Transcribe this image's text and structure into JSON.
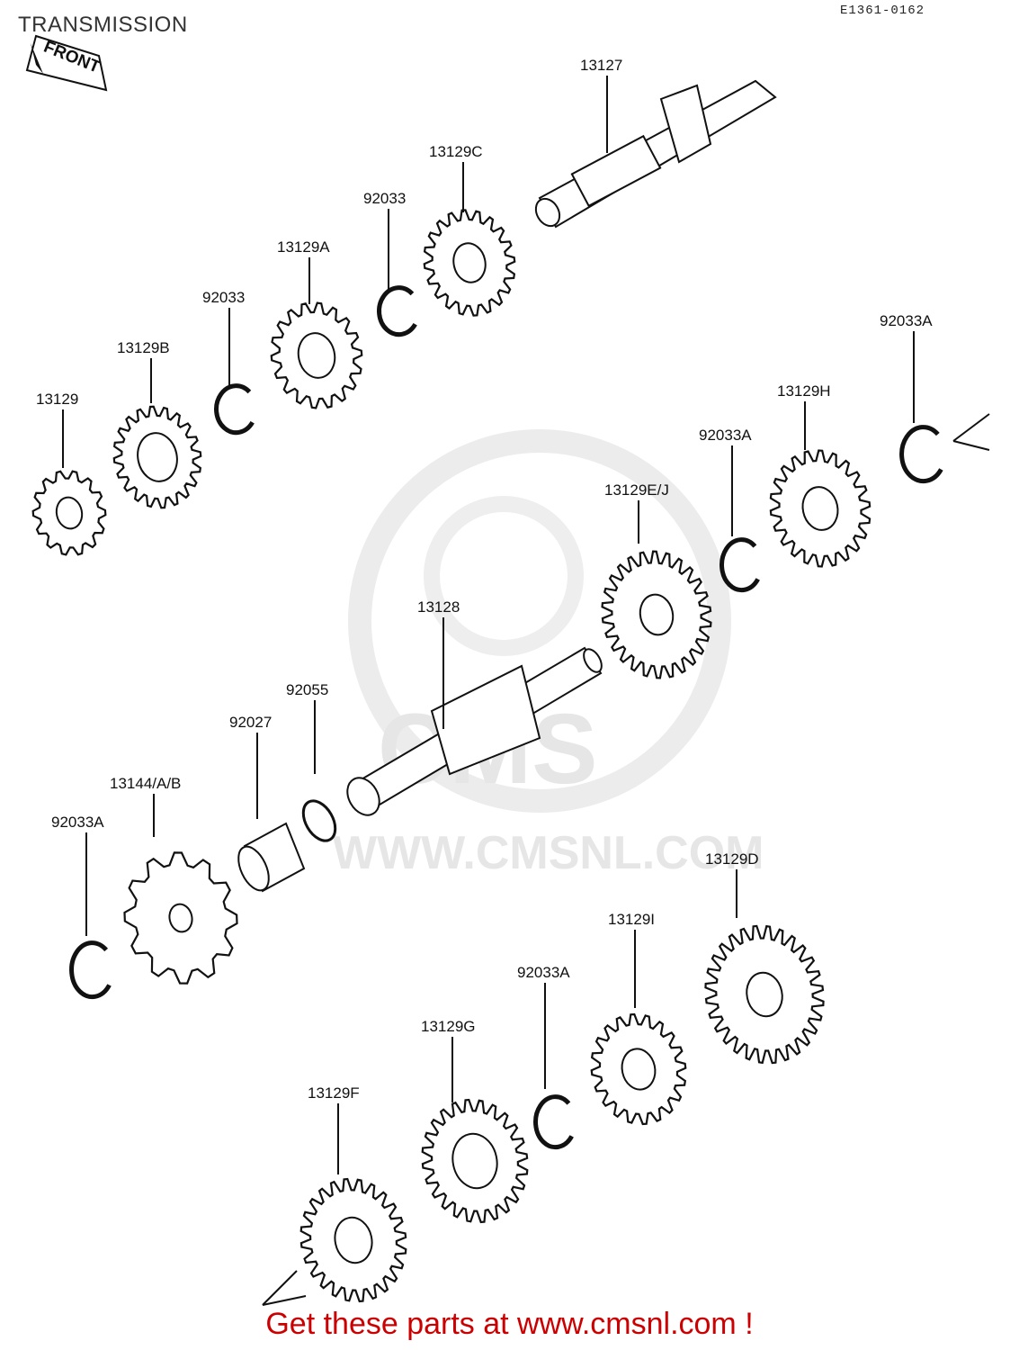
{
  "header": {
    "title": "TRANSMISSION",
    "ref_code": "E1361-0162"
  },
  "front_label": "FRONT",
  "watermark": {
    "brand": "CMS",
    "url": "WWW.CMSNL.COM"
  },
  "parts": {
    "p13127": "13127",
    "p13129C": "13129C",
    "p92033_upper": "92033",
    "p13129A": "13129A",
    "p92033_left": "92033",
    "p13129B": "13129B",
    "p13129": "13129",
    "p92033A_right": "92033A",
    "p13129H": "13129H",
    "p92033A_mid": "92033A",
    "p13129EJ": "13129E/J",
    "p13128": "13128",
    "p92055": "92055",
    "p92027": "92027",
    "p13144AB": "13144/A/B",
    "p92033A_left": "92033A",
    "p13129D": "13129D",
    "p13129I": "13129I",
    "p92033A_low": "92033A",
    "p13129G": "13129G",
    "p13129F": "13129F"
  },
  "footer": {
    "text": "Get these parts at www.cmsnl.com !"
  },
  "colors": {
    "footer_text": "#cc0000",
    "line_art": "#111111",
    "watermark": "#e6e6e6"
  }
}
